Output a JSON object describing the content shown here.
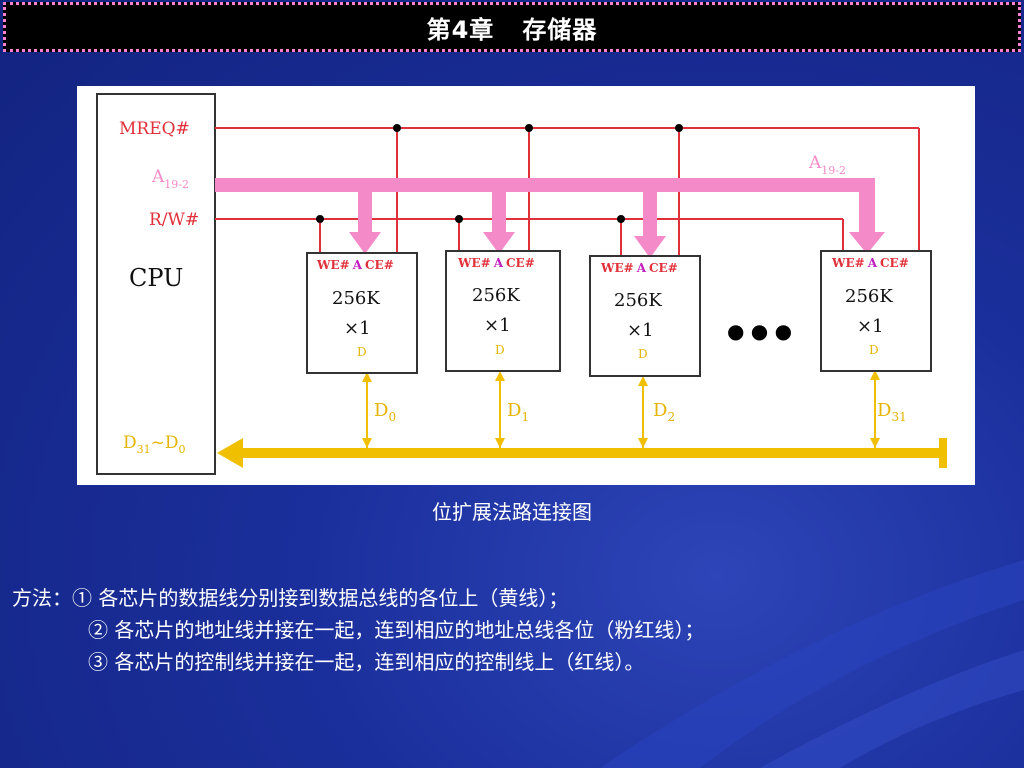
{
  "title": {
    "chapter": "第4章",
    "name": "存储器"
  },
  "diagram": {
    "cpu": {
      "label": "CPU",
      "signals": {
        "mreq": "MREQ#",
        "addr": "A",
        "addr_sub": "19-2",
        "rw": "R/W#",
        "data": "D",
        "data_sub_hi": "31",
        "data_tilde": "~D",
        "data_sub_lo": "0"
      }
    },
    "bus_label": {
      "addr": "A",
      "addr_sub": "19-2"
    },
    "chips": [
      {
        "we": "WE#",
        "a": "A",
        "ce": "CE#",
        "size": "256K",
        "width": "×1",
        "d": "D",
        "line": "D",
        "line_sub": "0"
      },
      {
        "we": "WE#",
        "a": "A",
        "ce": "CE#",
        "size": "256K",
        "width": "×1",
        "d": "D",
        "line": "D",
        "line_sub": "1"
      },
      {
        "we": "WE#",
        "a": "A",
        "ce": "CE#",
        "size": "256K",
        "width": "×1",
        "d": "D",
        "line": "D",
        "line_sub": "2"
      },
      {
        "we": "WE#",
        "a": "A",
        "ce": "CE#",
        "size": "256K",
        "width": "×1",
        "d": "D",
        "line": "D",
        "line_sub": "31"
      }
    ],
    "ellipsis": "● ● ●",
    "colors": {
      "control": "#e0303a",
      "address": "#f58ac8",
      "data": "#f0c000",
      "label_red": "#e0303a",
      "label_pink": "#f58ac8",
      "label_yellow": "#e6b400",
      "chip_a": "#c020c0"
    }
  },
  "caption": "位扩展法路连接图",
  "method": {
    "lead": "方法：",
    "items": [
      "① 各芯片的数据线分别接到数据总线的各位上（黄线）；",
      "② 各芯片的地址线并接在一起，连到相应的地址总线各位（粉红线）；",
      "③ 各芯片的控制线并接在一起，连到相应的控制线上（红线）。"
    ]
  }
}
